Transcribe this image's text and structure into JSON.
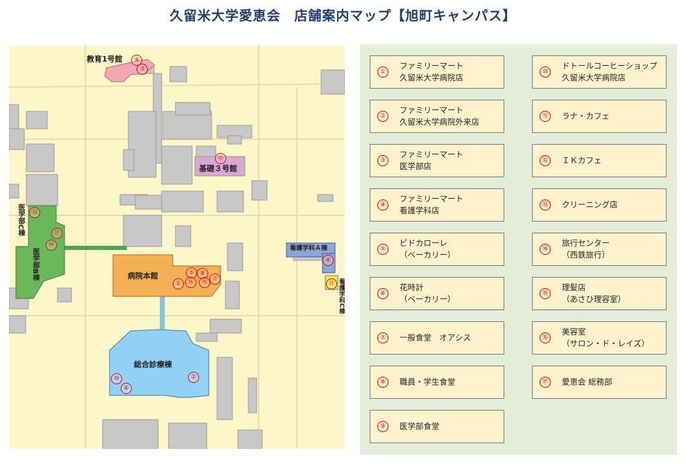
{
  "title": {
    "main": "久留米大学愛恵会",
    "sub": "店舗案内マップ【旭町キャンパス】"
  },
  "colors": {
    "title": "#1f3f6e",
    "map_bg": "#fdf6c9",
    "hospital_main": "#f4b054",
    "general_clinic": "#90d1f5",
    "medical_faculty": "#6ab85a",
    "education_hall": "#f3a6b4",
    "basic_hall": "#d9a7d4",
    "nursing_a": "#8ea5d6",
    "nursing_c": "#f5ec4a",
    "panel_bg": "#e3edd8",
    "card_bg": "#fff2cc",
    "number_red": "#e00000"
  },
  "map": {
    "labels": {
      "education_hall": "教育1号館",
      "basic_hall": "基礎３号館",
      "hospital_main": "病院本館",
      "general_clinic": "総合診療棟",
      "med_c": "医学部C棟",
      "med_b": "医学部B棟",
      "nursing_a": "看護学科Ａ棟",
      "nursing_c": "看護学科C棟"
    },
    "pins": [
      "⑨",
      "③",
      "⑫",
      "⑬",
      "⑰",
      "⑭",
      "④",
      "⑪",
      "⑤",
      "⑧",
      "⑦",
      "①",
      "⑯",
      "⑮",
      "②",
      "⑩",
      "⑥"
    ]
  },
  "stores": [
    {
      "num": "①",
      "line1": "ファミリーマート",
      "line2": "久留米大学病院店"
    },
    {
      "num": "②",
      "line1": "ファミリーマート",
      "line2": "久留米大学病院外来店"
    },
    {
      "num": "③",
      "line1": "ファミリーマート",
      "line2": "医学部店"
    },
    {
      "num": "④",
      "line1": "ファミリーマート",
      "line2": "看護学科店"
    },
    {
      "num": "⑤",
      "line1": "ビドカローレ",
      "line2": "（ベーカリー）"
    },
    {
      "num": "⑥",
      "line1": "花時計",
      "line2": "（ベーカリー）"
    },
    {
      "num": "⑦",
      "line1": "一般食堂　オアシス",
      "line2": ""
    },
    {
      "num": "⑧",
      "line1": "職員・学生食堂",
      "line2": ""
    },
    {
      "num": "⑨",
      "line1": "医学部食堂",
      "line2": ""
    },
    {
      "num": "⑩",
      "line1": "ドトールコーヒーショップ",
      "line2": "久留米大学病院店"
    },
    {
      "num": "⑪",
      "line1": "ラナ・カフェ",
      "line2": ""
    },
    {
      "num": "⑫",
      "line1": "ＩＫカフェ",
      "line2": ""
    },
    {
      "num": "⑬",
      "line1": "クリーニング店",
      "line2": ""
    },
    {
      "num": "⑭",
      "line1": "旅行センター",
      "line2": "（西鉄旅行）"
    },
    {
      "num": "⑮",
      "line1": "理髪店",
      "line2": "（あさひ理容室）"
    },
    {
      "num": "⑯",
      "line1": "美容室",
      "line2": "（サロン・ド・レイズ）"
    },
    {
      "num": "⑰",
      "line1": "愛恵会 総務部",
      "line2": ""
    }
  ]
}
